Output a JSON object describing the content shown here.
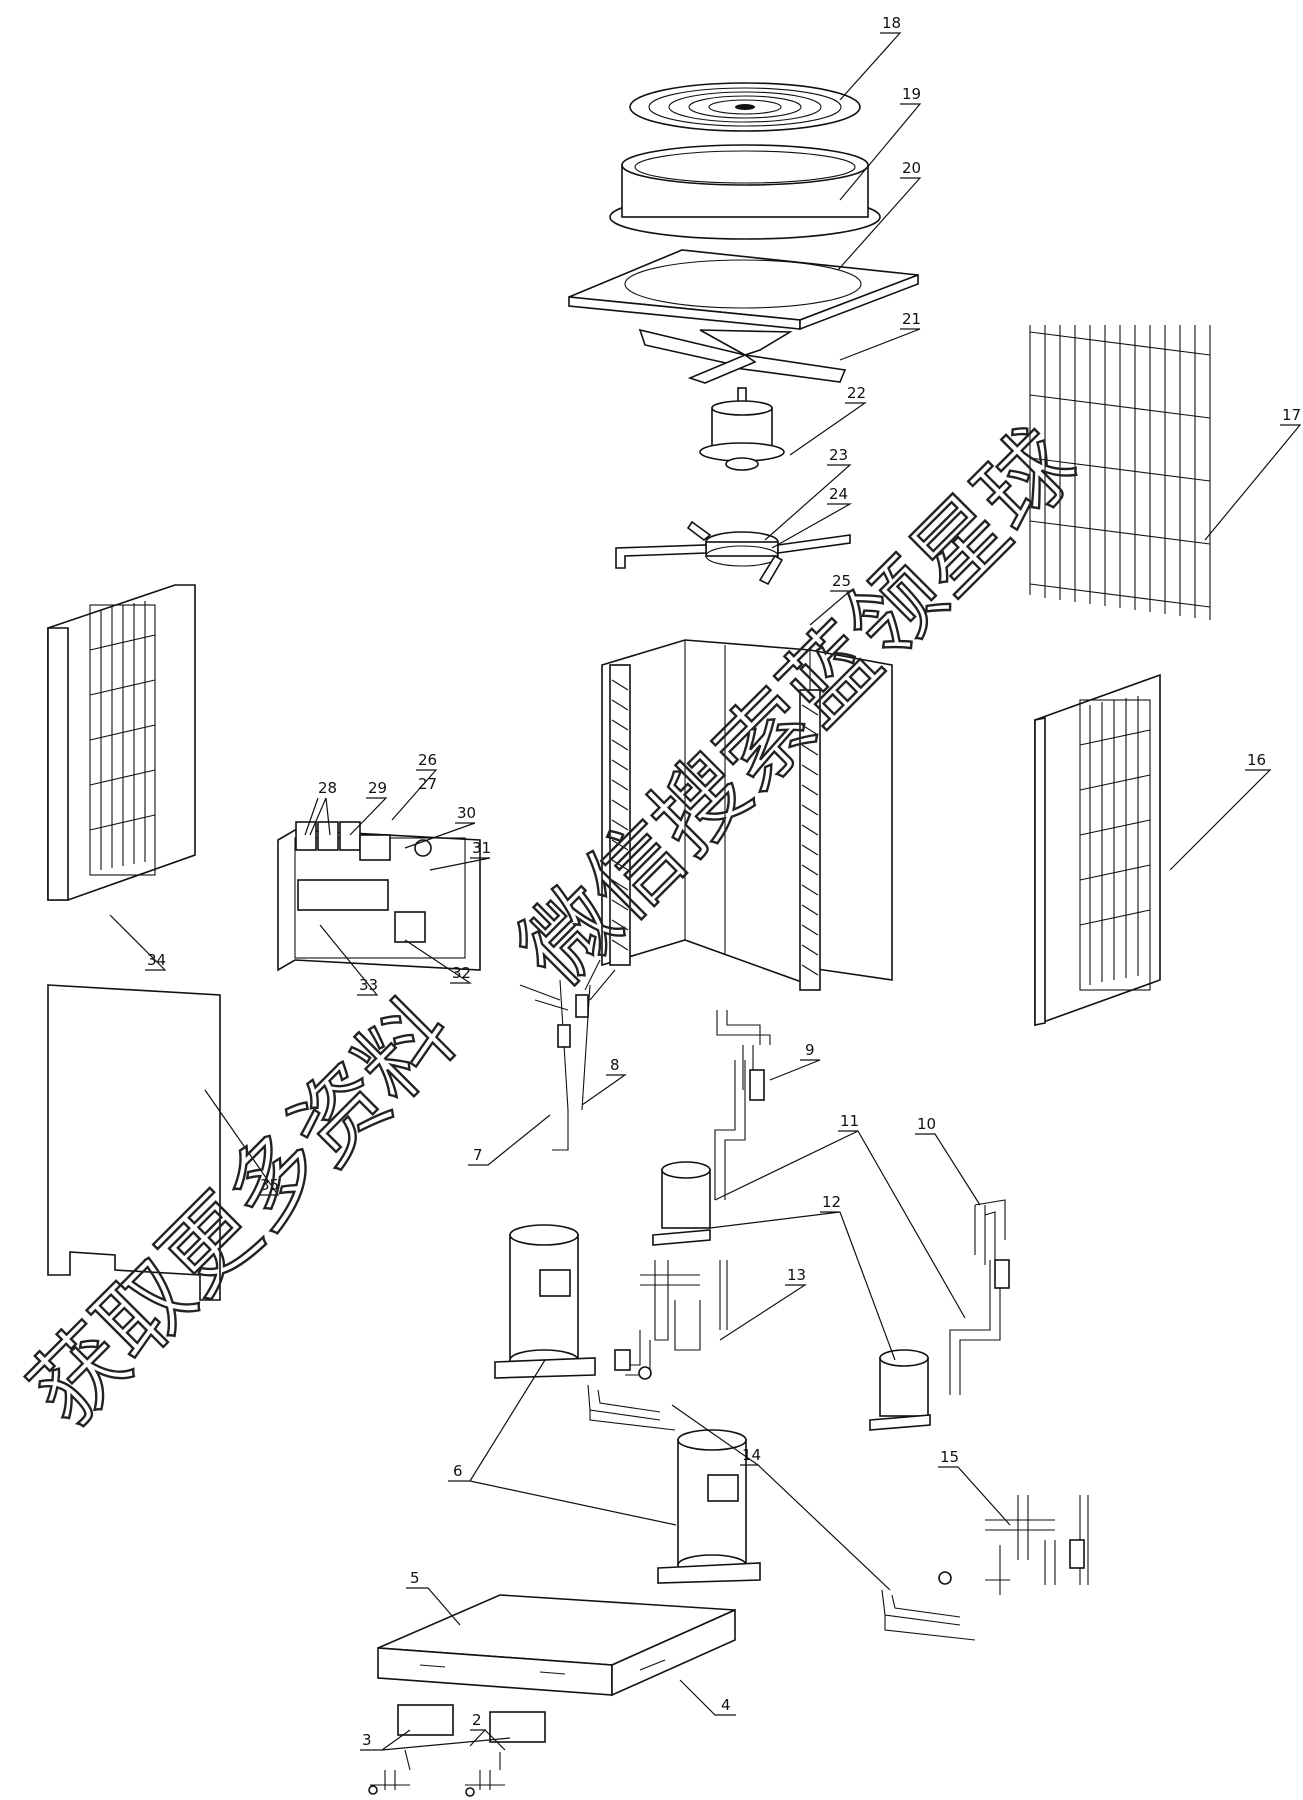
{
  "callouts": [
    {
      "id": "c18",
      "text": "18"
    },
    {
      "id": "c19",
      "text": "19"
    },
    {
      "id": "c20",
      "text": "20"
    },
    {
      "id": "c21",
      "text": "21"
    },
    {
      "id": "c22",
      "text": "22"
    },
    {
      "id": "c23",
      "text": "23"
    },
    {
      "id": "c24",
      "text": "24"
    },
    {
      "id": "c25",
      "text": "25"
    },
    {
      "id": "c17",
      "text": "17"
    },
    {
      "id": "c16",
      "text": "16"
    },
    {
      "id": "c26",
      "text": "26"
    },
    {
      "id": "c27",
      "text": "27"
    },
    {
      "id": "c28",
      "text": "28"
    },
    {
      "id": "c29",
      "text": "29"
    },
    {
      "id": "c30",
      "text": "30"
    },
    {
      "id": "c31",
      "text": "31"
    },
    {
      "id": "c32",
      "text": "32"
    },
    {
      "id": "c33",
      "text": "33"
    },
    {
      "id": "c34",
      "text": "34"
    },
    {
      "id": "c35",
      "text": "35"
    },
    {
      "id": "c8",
      "text": "8"
    },
    {
      "id": "c7",
      "text": "7"
    },
    {
      "id": "c9",
      "text": "9"
    },
    {
      "id": "c10",
      "text": "10"
    },
    {
      "id": "c11",
      "text": "11"
    },
    {
      "id": "c12",
      "text": "12"
    },
    {
      "id": "c13",
      "text": "13"
    },
    {
      "id": "c14",
      "text": "14"
    },
    {
      "id": "c6",
      "text": "6"
    },
    {
      "id": "c15",
      "text": "15"
    },
    {
      "id": "c5",
      "text": "5"
    },
    {
      "id": "c4",
      "text": "4"
    },
    {
      "id": "c3",
      "text": "3"
    },
    {
      "id": "c2",
      "text": "2"
    }
  ],
  "watermark": {
    "line1": "获取更多资料",
    "line2": "微信搜索蓝领星球"
  }
}
